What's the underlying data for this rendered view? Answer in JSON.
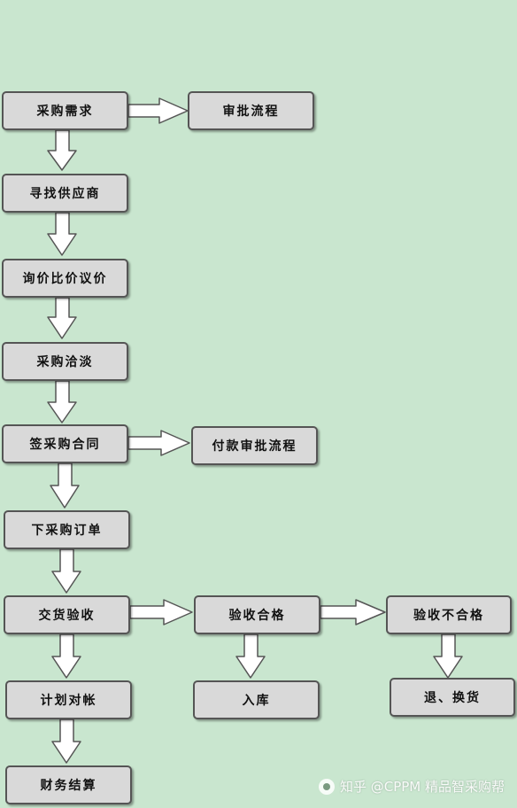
{
  "nodes": {
    "n1": "采购需求",
    "n2": "审批流程",
    "n3": "寻找供应商",
    "n4": "询价比价议价",
    "n5": "采购洽淡",
    "n6": "签采购合同",
    "n7": "付款审批流程",
    "n8": "下采购订单",
    "n9": "交货验收",
    "n10": "验收合格",
    "n11": "验收不合格",
    "n12": "计划对帐",
    "n13": "入库",
    "n14": "退、换货",
    "n15": "财务结算"
  },
  "watermark": {
    "text": "知乎 @CPPM 精品智采购帮"
  },
  "colors": {
    "background": "#c9e6cf",
    "node_fill": "#d9d9d9",
    "node_border": "#555555",
    "arrow_fill": "#ffffff"
  }
}
